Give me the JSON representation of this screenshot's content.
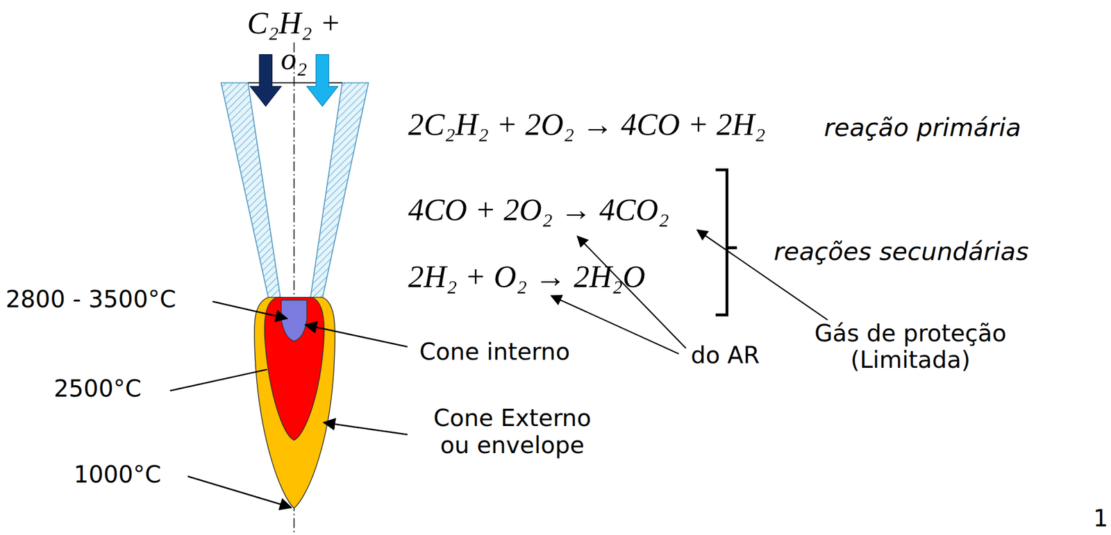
{
  "diagram": {
    "labels": [
      "C₂H₂ + o₂",
      "2C₂H₂ + 2O₂ → 4CO + 2H₂",
      "reação primária",
      "4CO + 2O₂ → 4CO₂",
      "2H₂ + O₂ → 2H₂O",
      "reações secundárias",
      "2800 - 3500°C",
      "2500°C",
      "1000°C",
      "Cone interno",
      "Cone Externo ou envelope",
      "do AR",
      "Gás de proteção (Limitada)",
      "1"
    ]
  }
}
